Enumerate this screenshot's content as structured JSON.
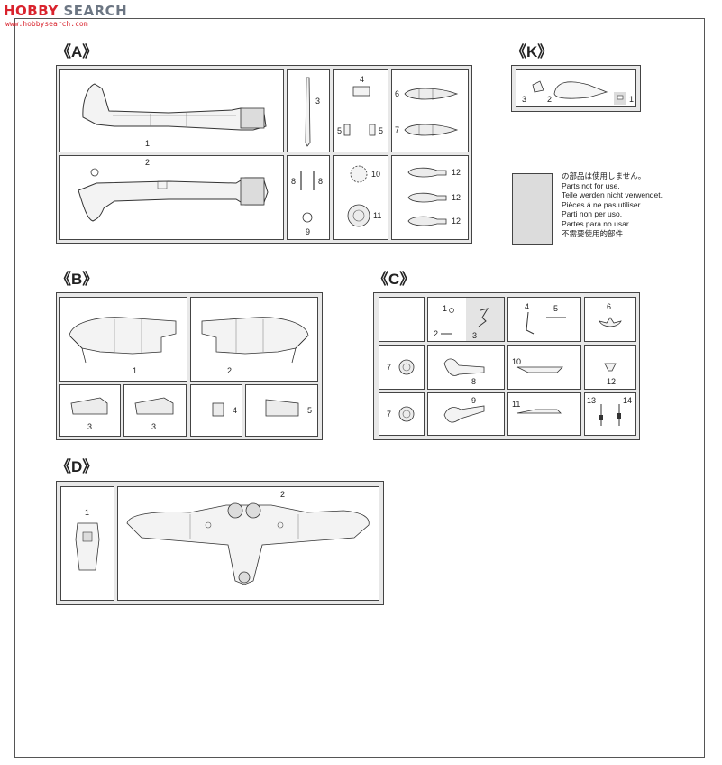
{
  "watermark": {
    "brand_a": "HOBBY",
    "brand_b": " SEARCH",
    "url": "www.hobbysearch.com"
  },
  "sections": {
    "A": {
      "label": "《A》",
      "parts": [
        "1",
        "2",
        "3",
        "4",
        "5",
        "5",
        "6",
        "7",
        "8",
        "8",
        "9",
        "10",
        "11",
        "12",
        "12",
        "12"
      ]
    },
    "K": {
      "label": "《K》",
      "parts": [
        "3",
        "2",
        "1"
      ]
    },
    "B": {
      "label": "《B》",
      "parts": [
        "1",
        "2",
        "3",
        "3",
        "4",
        "5"
      ]
    },
    "C": {
      "label": "《C》",
      "parts": [
        "1",
        "2",
        "3",
        "4",
        "5",
        "6",
        "7",
        "8",
        "10",
        "12",
        "7",
        "9",
        "11",
        "13",
        "14"
      ]
    },
    "D": {
      "label": "《D》",
      "parts": [
        "1",
        "2"
      ]
    }
  },
  "notice": {
    "lines": [
      "の部品は使用しません。",
      "Parts not for use.",
      "Teile werden nicht verwendet.",
      "Pièces á ne pas utiliser.",
      "Parti non per uso.",
      "Partes para no usar.",
      "不需要使用的部件"
    ]
  },
  "colors": {
    "sprue_fill": "#e8e8e8",
    "line": "#444444",
    "unused_shade": "#dcdcdc",
    "watermark_red": "#d9232d",
    "watermark_gray": "#6c7683"
  }
}
